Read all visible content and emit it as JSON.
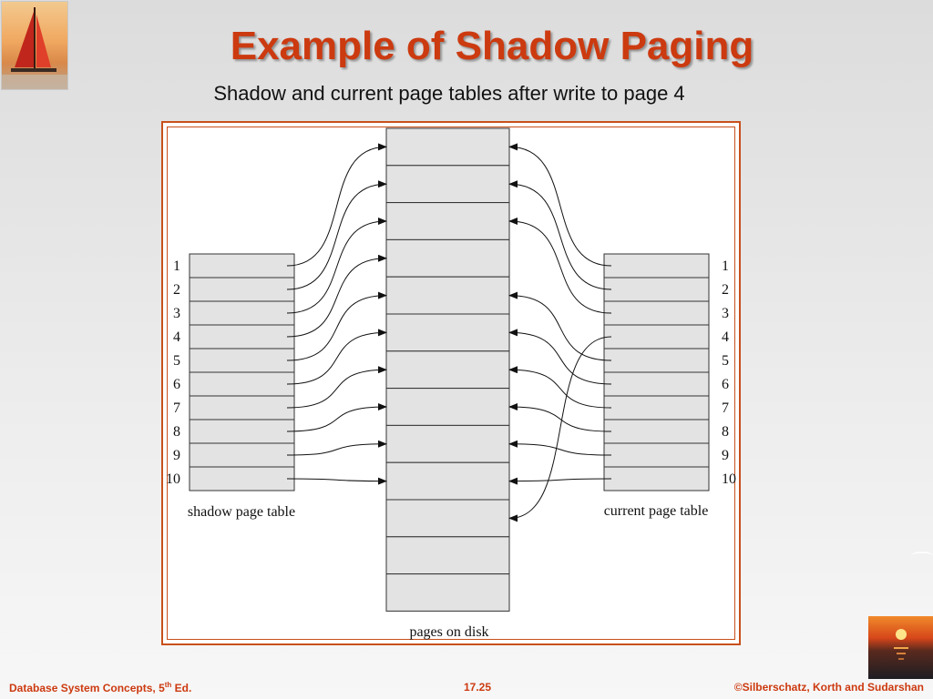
{
  "slide": {
    "title": "Example of Shadow Paging",
    "subtitle": "Shadow and current page tables after write to page 4"
  },
  "diagram": {
    "shadow_table_label": "shadow page table",
    "current_table_label": "current page table",
    "disk_label": "pages on disk",
    "row_labels": [
      "1",
      "2",
      "3",
      "4",
      "5",
      "6",
      "7",
      "8",
      "9",
      "10"
    ],
    "disk_page_count": 13,
    "shadow_mapping": [
      1,
      2,
      3,
      4,
      5,
      6,
      7,
      8,
      9,
      10
    ],
    "current_mapping": [
      1,
      2,
      3,
      11,
      5,
      6,
      7,
      8,
      9,
      10
    ]
  },
  "footer": {
    "book": "Database System Concepts, 5",
    "edition_sup": "th",
    "edition_suffix": " Ed.",
    "page": "17.25",
    "copyright": "©Silberschatz, Korth and Sudarshan"
  },
  "colors": {
    "accent": "#cc3a10",
    "cell_fill": "#e3e3e3",
    "cell_stroke": "#333333"
  }
}
